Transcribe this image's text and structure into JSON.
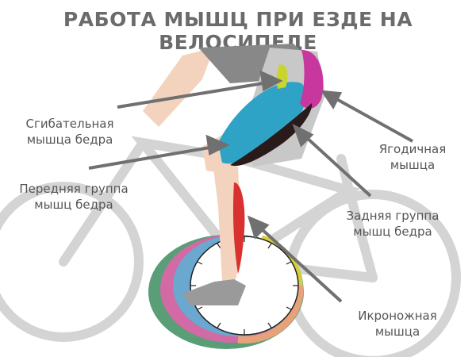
{
  "title": "РАБОТА МЫШЦ ПРИ ЕЗДЕ НА ВЕЛОСИПЕДЕ",
  "labels": {
    "hip_flexor": {
      "line1": "Сгибательная",
      "line2": "мышца бедра",
      "color": "#c9d42e"
    },
    "quadriceps": {
      "line1": "Передняя группа",
      "line2": "мышц бедра",
      "color": "#2ea3c5"
    },
    "gluteus": {
      "line1": "Ягодичная",
      "line2": "мышца",
      "color": "#c8379e"
    },
    "hamstrings": {
      "line1": "Задняя группа",
      "line2": "мышц бедра",
      "color": "#2a1a1a"
    },
    "calf": {
      "line1": "Икроножная",
      "line2": "мышца",
      "color": "#d93030"
    }
  },
  "pedal_cycle_colors": [
    "#5a9e78",
    "#d26aa5",
    "#6aa8d0",
    "#d6cf3a",
    "#e7a27a"
  ]
}
